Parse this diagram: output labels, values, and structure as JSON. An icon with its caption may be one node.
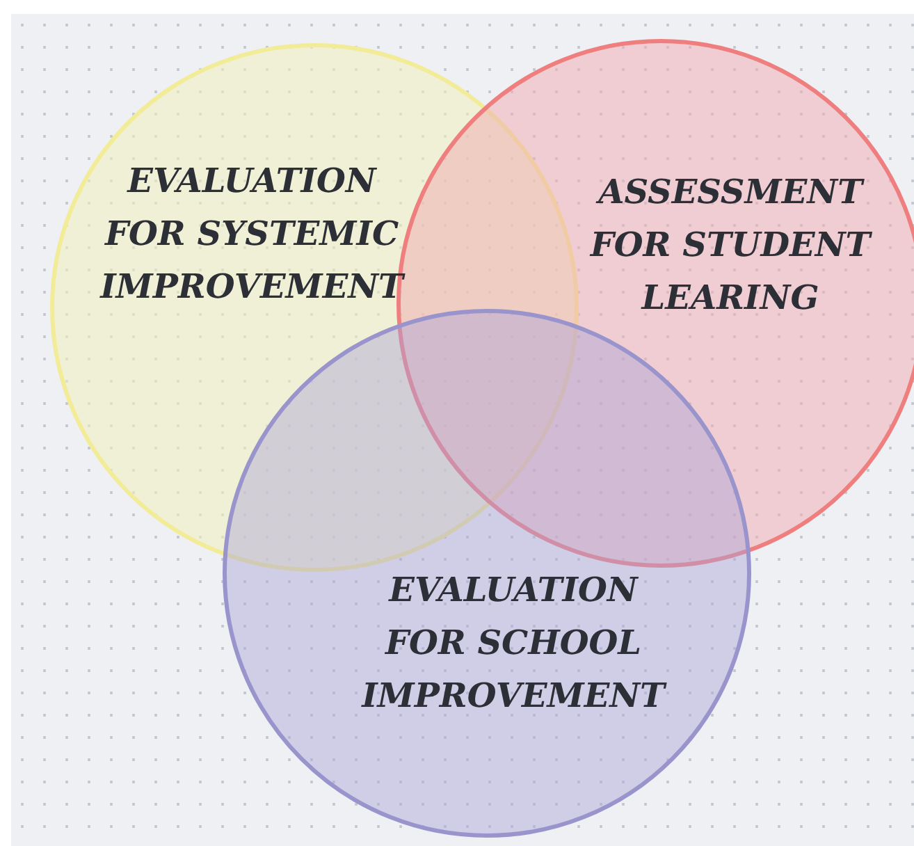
{
  "diagram": {
    "nodes": [
      {
        "text": [
          "EVALUATION FOR SYSTEMIC IMPROVEMENT"
        ]
      },
      {
        "text": [
          "ASSESSMENT FOR STUDENT LEARING"
        ]
      },
      {
        "text": [
          "EVALUATION FOR SCHOOL IMPROVEMENT"
        ]
      }
    ]
  }
}
